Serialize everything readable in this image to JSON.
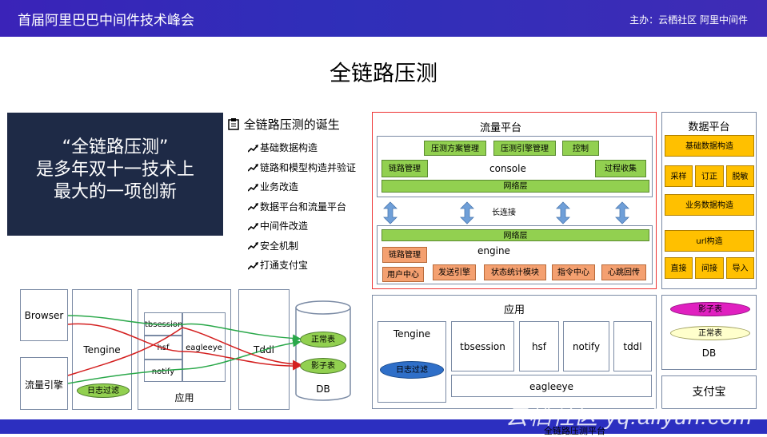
{
  "header": {
    "title": "首届阿里巴巴中间件技术峰会",
    "host": "主办：云栖社区 阿里中间件"
  },
  "page_title": "全链路压测",
  "quote": {
    "line1": "“全链路压测”",
    "line2": "是多年双十一技术上",
    "line3": "最大的一项创新"
  },
  "birth": {
    "title": "全链路压测的诞生",
    "items": [
      "基础数据构造",
      "链路和模型构造并验证",
      "业务改造",
      "数据平台和流量平台",
      "中间件改造",
      "安全机制",
      "打通支付宝"
    ]
  },
  "flow": {
    "browser": "Browser",
    "engine": "流量引擎",
    "log_filter": "日志过滤",
    "tengine": "Tengine",
    "tbsession": "tbsession",
    "hsf": "hsf",
    "notify": "notify",
    "eagleeye": "eagleeye",
    "app": "应用",
    "tddl": "Tddl",
    "normal_table": "正常表",
    "shadow_table": "影子表",
    "db": "DB"
  },
  "traffic": {
    "title": "流量平台",
    "plan": "压测方案管理",
    "engine_mgmt": "压测引擎管理",
    "control": "控制",
    "link_mgmt": "链路管理",
    "console": "console",
    "process": "过程收集",
    "network": "网络层",
    "long_conn": "长连接",
    "network2": "网络层",
    "engine": "engine",
    "link_mgmt2": "链路管理",
    "user_center": "用户中心",
    "send_engine": "发送引擎",
    "status": "状态统计模块",
    "cmd_center": "指令中心",
    "heartbeat": "心跳回传"
  },
  "data_platform": {
    "title": "数据平台",
    "basic": "基础数据构造",
    "sample": "采样",
    "fix": "订正",
    "desens": "脱敏",
    "biz": "业务数据构造",
    "url": "url构造",
    "direct": "直接",
    "indirect": "间接",
    "import": "导入"
  },
  "app_section": {
    "title": "应用",
    "tengine": "Tengine",
    "log_filter": "日志过滤",
    "tbsession": "tbsession",
    "hsf": "hsf",
    "notify": "notify",
    "tddl": "tddl",
    "eagleeye": "eagleeye"
  },
  "db_section": {
    "shadow": "影子表",
    "normal": "正常表",
    "db": "DB"
  },
  "alipay": "支付宝",
  "footer_cut": "全链路压测平台",
  "watermark": "云栖社区 yq.aliyun.com"
}
